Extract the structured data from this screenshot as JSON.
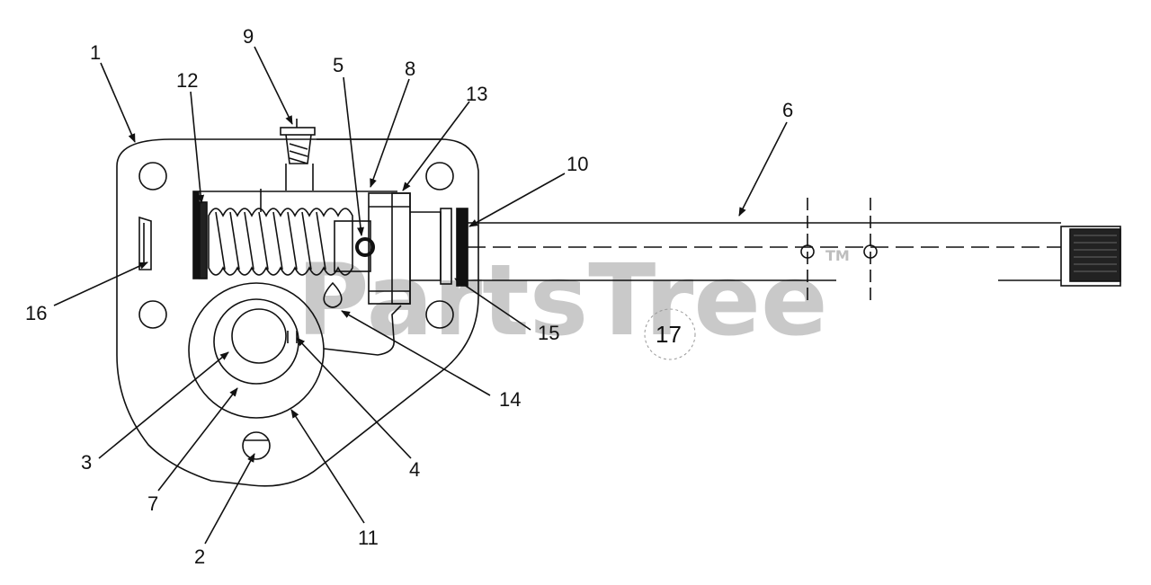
{
  "diagram": {
    "callouts": {
      "c1": "1",
      "c2": "2",
      "c3": "3",
      "c4": "4",
      "c5": "5",
      "c6": "6",
      "c7": "7",
      "c8": "8",
      "c9": "9",
      "c10": "10",
      "c11": "11",
      "c12": "12",
      "c13": "13",
      "c14": "14",
      "c15": "15",
      "c16": "16",
      "c17": "17"
    },
    "watermark": {
      "text": "PartsTree",
      "tm": "TM"
    }
  },
  "colors": {
    "line": "#111111",
    "watermark": "#c8c8c8",
    "background": "#ffffff"
  }
}
